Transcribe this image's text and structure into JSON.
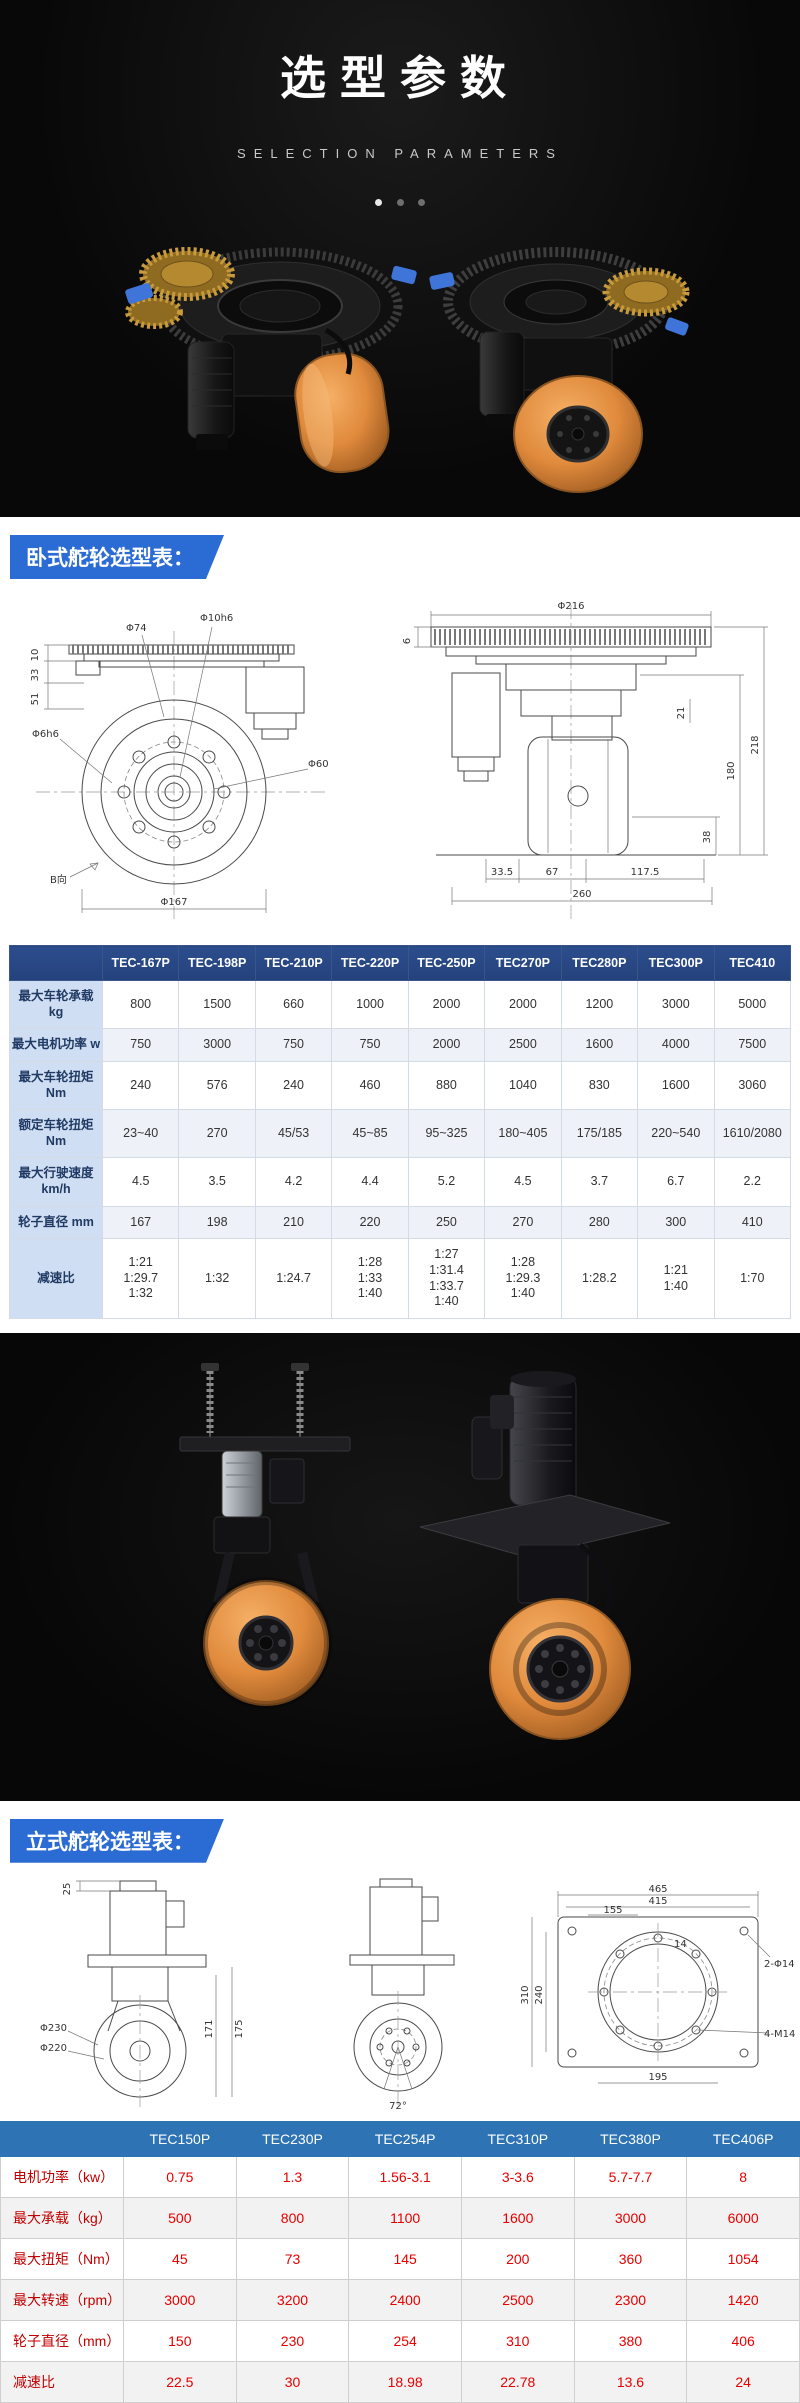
{
  "hero": {
    "title": "选型参数",
    "subtitle": "SELECTION PARAMETERS"
  },
  "colors": {
    "banner_blue": "#2b6bd4",
    "table1_header_bg": "#24427c",
    "table1_label_bg": "#cfdef2",
    "table2_header_bg": "#2e74b5",
    "value_red": "#e60000",
    "label_red": "#c00000",
    "wheel_orange": "#e08a3c"
  },
  "section_horizontal": {
    "banner": "卧式舵轮选型表："
  },
  "section_vertical": {
    "banner": "立式舵轮选型表："
  },
  "drawings_horizontal": {
    "front": {
      "dim_10": "10",
      "dim_33": "33",
      "dim_51": "51",
      "d74": "Φ74",
      "d10h6": "Φ10h6",
      "d6h6": "Φ6h6",
      "d60": "Φ60",
      "view_b": "B向",
      "d167": "Φ167"
    },
    "side": {
      "d216": "Φ216",
      "dim_6": "6",
      "dim_218": "218",
      "dim_180": "180",
      "dim_38": "38",
      "dim_21": "21",
      "dim_33_5": "33.5",
      "dim_67": "67",
      "dim_117_5": "117.5",
      "dim_260": "260"
    }
  },
  "drawings_vertical": {
    "left": {
      "dim_25": "25",
      "d230": "Φ230",
      "d220": "Φ220",
      "dim_171": "171",
      "dim_175": "175"
    },
    "middle": {
      "dim_72": "72°"
    },
    "plate": {
      "dim_465": "465",
      "dim_415": "415",
      "dim_155": "155",
      "dim_14": "14",
      "dim_310": "310",
      "dim_240": "240",
      "dim_195": "195",
      "holes_2_d14": "2-Φ14",
      "holes_4_m14": "4-M14"
    }
  },
  "table_horizontal": {
    "headers": [
      "",
      "TEC-167P",
      "TEC-198P",
      "TEC-210P",
      "TEC-220P",
      "TEC-250P",
      "TEC270P",
      "TEC280P",
      "TEC300P",
      "TEC410"
    ],
    "rows": [
      {
        "label": "最大车轮承载 kg",
        "values": [
          "800",
          "1500",
          "660",
          "1000",
          "2000",
          "2000",
          "1200",
          "3000",
          "5000"
        ]
      },
      {
        "label": "最大电机功率 w",
        "values": [
          "750",
          "3000",
          "750",
          "750",
          "2000",
          "2500",
          "1600",
          "4000",
          "7500"
        ]
      },
      {
        "label": "最大车轮扭矩 Nm",
        "values": [
          "240",
          "576",
          "240",
          "460",
          "880",
          "1040",
          "830",
          "1600",
          "3060"
        ]
      },
      {
        "label": "额定车轮扭矩 Nm",
        "values": [
          "23~40",
          "270",
          "45/53",
          "45~85",
          "95~325",
          "180~405",
          "175/185",
          "220~540",
          "1610/2080"
        ]
      },
      {
        "label": "最大行驶速度 km/h",
        "values": [
          "4.5",
          "3.5",
          "4.2",
          "4.4",
          "5.2",
          "4.5",
          "3.7",
          "6.7",
          "2.2"
        ]
      },
      {
        "label": "轮子直径 mm",
        "values": [
          "167",
          "198",
          "210",
          "220",
          "250",
          "270",
          "280",
          "300",
          "410"
        ]
      },
      {
        "label": "减速比",
        "values": [
          "1:21\n1:29.7\n1:32",
          "1:32",
          "1:24.7",
          "1:28\n1:33\n1:40",
          "1:27\n1:31.4\n1:33.7\n1:40",
          "1:28\n1:29.3\n1:40",
          "1:28.2",
          "1:21\n1:40",
          "1:70"
        ]
      }
    ]
  },
  "table_vertical": {
    "headers": [
      "",
      "TEC150P",
      "TEC230P",
      "TEC254P",
      "TEC310P",
      "TEC380P",
      "TEC406P"
    ],
    "rows": [
      {
        "label": "电机功率（kw）",
        "values": [
          "0.75",
          "1.3",
          "1.56-3.1",
          "3-3.6",
          "5.7-7.7",
          "8"
        ]
      },
      {
        "label": "最大承载（kg）",
        "values": [
          "500",
          "800",
          "1100",
          "1600",
          "3000",
          "6000"
        ]
      },
      {
        "label": "最大扭矩（Nm）",
        "values": [
          "45",
          "73",
          "145",
          "200",
          "360",
          "1054"
        ]
      },
      {
        "label": "最大转速（rpm）",
        "values": [
          "3000",
          "3200",
          "2400",
          "2500",
          "2300",
          "1420"
        ]
      },
      {
        "label": "轮子直径（mm）",
        "values": [
          "150",
          "230",
          "254",
          "310",
          "380",
          "406"
        ]
      },
      {
        "label": "减速比",
        "values": [
          "22.5",
          "30",
          "18.98",
          "22.78",
          "13.6",
          "24"
        ]
      }
    ]
  }
}
